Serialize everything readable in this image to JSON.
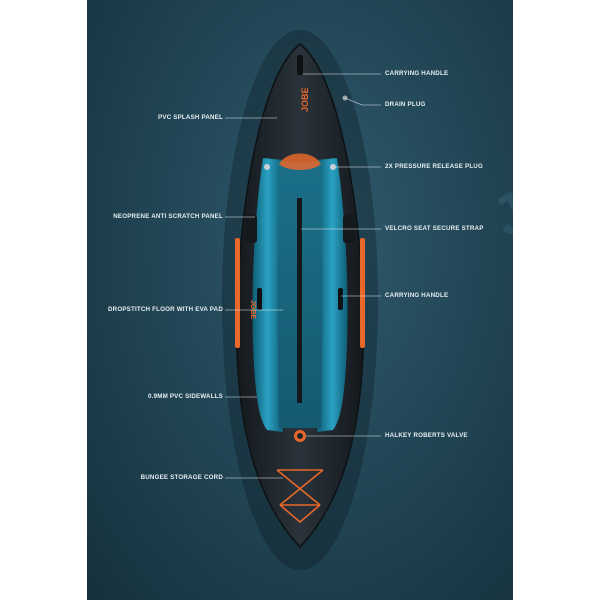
{
  "brand": {
    "logo_text": "JOBE",
    "side_text": "JOBE"
  },
  "callouts": {
    "carrying_handle_top": "CARRYING HANDLE",
    "drain_plug": "DRAIN PLUG",
    "pvc_splash_panel": "PVC SPLASH PANEL",
    "pressure_release_plug": "2X PRESSURE RELEASE PLUG",
    "neoprene_panel": "NEOPRENE ANTI SCRATCH PANEL",
    "velcro_strap": "VELCRO SEAT SECURE STRAP",
    "carrying_handle_side": "CARRYING HANDLE",
    "dropstitch_floor": "DROPSTITCH FLOOR WITH EVA PAD",
    "sidewalls": "0.9MM PVC SIDEWALLS",
    "halkey_valve": "HALKEY ROBERTS VALVE",
    "bungee_cord": "BUNGEE STORAGE CORD"
  },
  "colors": {
    "background": "#234757",
    "hull": "#1c2329",
    "tube": "#1f8fae",
    "accent": "#e8672a",
    "bungee": "#e8672a"
  }
}
